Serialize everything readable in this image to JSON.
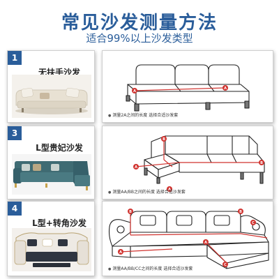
{
  "header": {
    "title": "常见沙发测量方法",
    "subtitle": "适合99%以上沙发类型"
  },
  "types": [
    {
      "number": "1",
      "label": "无扶手沙发",
      "note": "测量2A之间的长度 选择合适沙发套"
    },
    {
      "number": "3",
      "label": "L型贵妃沙发",
      "note": "测量AA/BB之间的长度 选择合适沙发套"
    },
    {
      "number": "4",
      "label": "L型+转角沙发",
      "note": "测量AA/BB/CC之间的长度 选择合适沙发套"
    }
  ],
  "markers": {
    "a": "A",
    "b": "B",
    "c": "C"
  },
  "colors": {
    "accent": "#2a5d9a",
    "measure_line": "#d0332f",
    "sofa_beige": "#e8e1d3",
    "sofa_teal": "#3f6b73",
    "sofa_white": "#eeeae4"
  }
}
